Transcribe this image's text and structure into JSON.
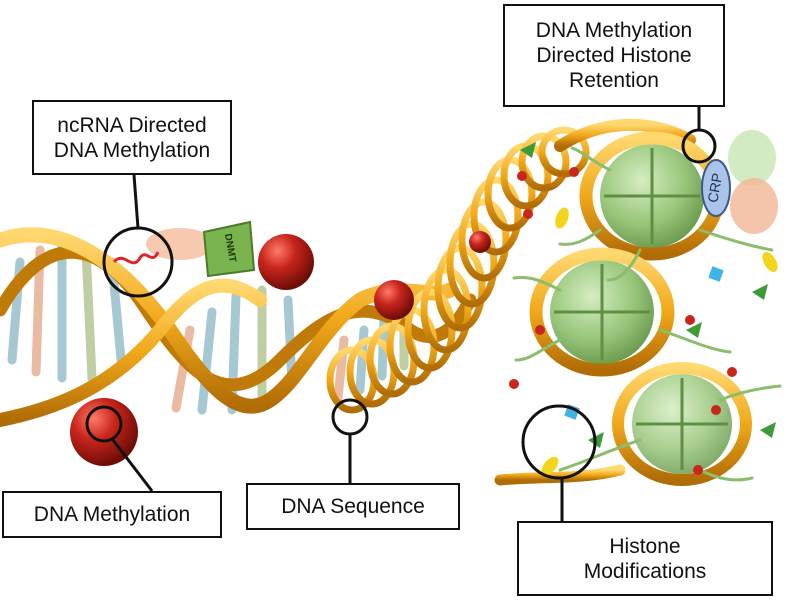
{
  "labels": {
    "ncrna": [
      "ncRNA Directed",
      "DNA Methylation"
    ],
    "retention": [
      "DNA Methylation",
      "Directed Histone",
      "Retention"
    ],
    "dna_methylation": "DNA Methylation",
    "dna_sequence": "DNA Sequence",
    "histone": [
      "Histone",
      "Modifications"
    ]
  },
  "glyphs": {
    "dnmt": "DNMT",
    "crp": "CRP"
  },
  "colors": {
    "backbone": "#f0a81a",
    "backbone_dark": "#c07a08",
    "methyl_red": "#c8251b",
    "histone_green": "#98c67a",
    "crp_blue": "#a9c4e8"
  }
}
